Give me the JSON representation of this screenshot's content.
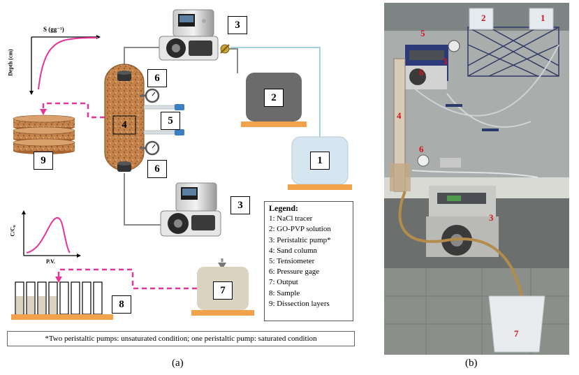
{
  "panel_a": {
    "caption": "(a)",
    "profile_plot": {
      "x_label": "S (gg⁻¹)",
      "y_label": "Depth (cm)"
    },
    "breakthrough_plot": {
      "x_label": "P.V.",
      "y_label": "C/C₀"
    },
    "boxes": {
      "nacl_tank": "1",
      "gopvp_tank": "2",
      "pump_top": "3",
      "pump_bottom": "3",
      "sand_column": "4",
      "tensiometer": "5",
      "pressure_top": "6",
      "pressure_bottom": "6",
      "output": "7",
      "sample": "8",
      "dissection": "9"
    },
    "legend": {
      "title": "Legend:",
      "items": [
        "1: NaCl tracer",
        "2: GO-PVP solution",
        "3: Peristaltic pump*",
        "4: Sand column",
        "5: Tensiometer",
        "6: Pressure gage",
        "7: Output",
        "8: Sample",
        "9: Dissection layers"
      ]
    },
    "footnote": "*Two peristaltic pumps: unsaturated condition; one peristaltic pump: saturated condition"
  },
  "panel_b": {
    "caption": "(b)",
    "labels": {
      "beaker_1": "1",
      "beaker_2": "2",
      "pump_top": "3",
      "pump_bottom": "3",
      "column": "4",
      "tensiometer": "5",
      "gauge_top": "6",
      "gauge_bottom": "6",
      "output_beaker": "7"
    }
  },
  "colors": {
    "column_sand": "#c4834a",
    "tank_nacl": "#d6e6f0",
    "tank_gopvp": "#6b6b6b",
    "tank_output": "#d9d3bf",
    "base_orange": "#f2a24a",
    "magenta": "#e8339a",
    "tubing_gray": "#8a8a8a",
    "tubing_blue": "#a8cfe3",
    "photo_label_red": "#d8141c"
  }
}
